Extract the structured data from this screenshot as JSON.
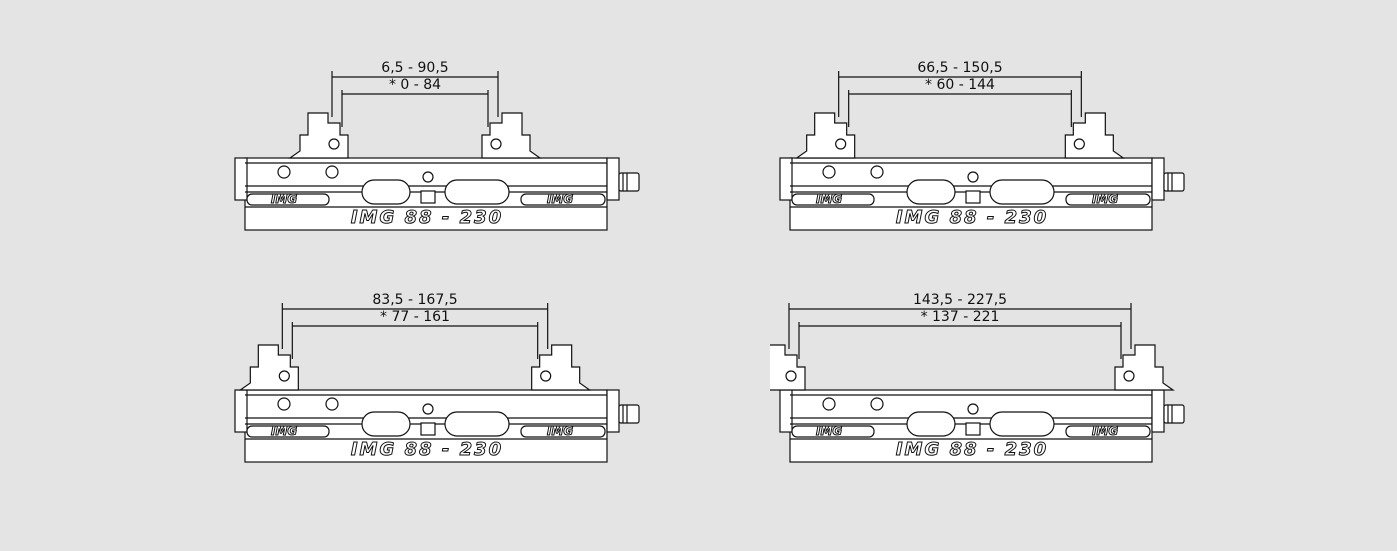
{
  "vises": [
    {
      "outer": "6,5 - 90,5",
      "inner": "* 0 - 84",
      "logo": "IMG",
      "model": "IMG 88 - 230",
      "opening": 0.0
    },
    {
      "outer": "66,5 - 150,5",
      "inner": "* 60 - 144",
      "logo": "IMG",
      "model": "IMG 88 - 230",
      "opening": 0.27
    },
    {
      "outer": "83,5 - 167,5",
      "inner": "* 77 - 161",
      "logo": "IMG",
      "model": "IMG 88 - 230",
      "opening": 0.35
    },
    {
      "outer": "143,5 - 227,5",
      "inner": "* 137 - 221",
      "logo": "IMG",
      "model": "IMG 88 - 230",
      "opening": 0.62
    }
  ]
}
